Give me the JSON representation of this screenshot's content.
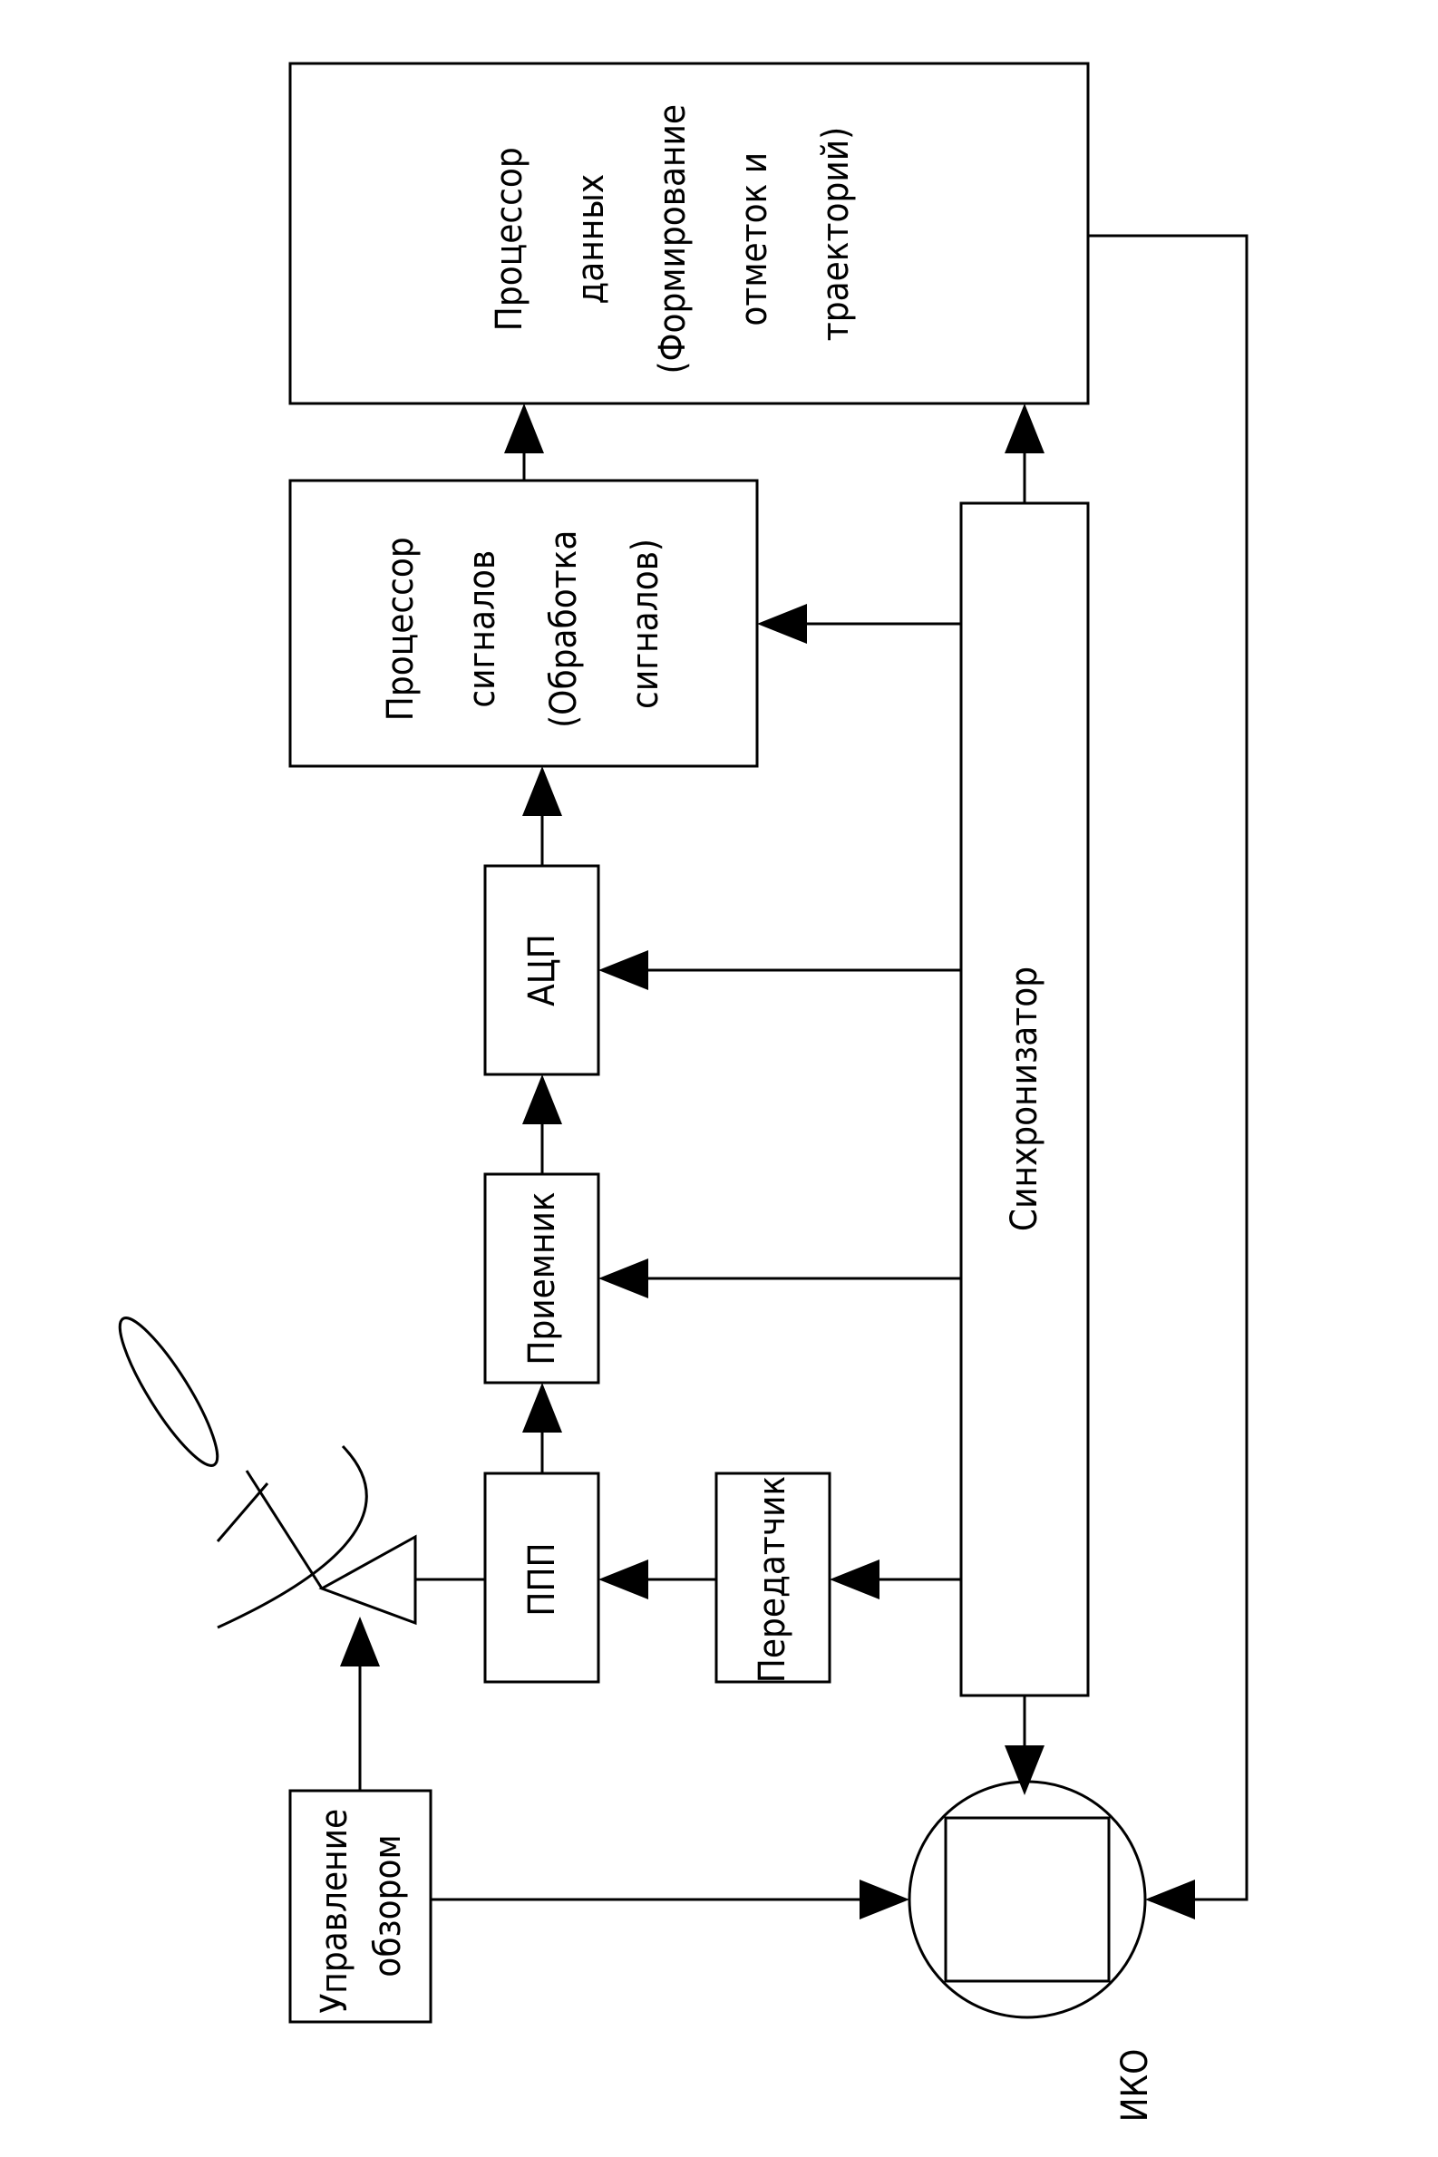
{
  "blocks": {
    "data_processor": [
      "Процессор",
      "данных",
      "(Формирование",
      "отметок и",
      "траекторий)"
    ],
    "signal_processor": [
      "Процессор",
      "сигналов",
      "(Обработка",
      "сигналов)"
    ],
    "adc": "АЦП",
    "receiver": "Приемник",
    "duplexer": "ППП",
    "transmitter": "Передатчик",
    "synchronizer": "Синхронизатор",
    "scan_control": [
      "Управление",
      "обзором"
    ],
    "display": "ИКО"
  }
}
